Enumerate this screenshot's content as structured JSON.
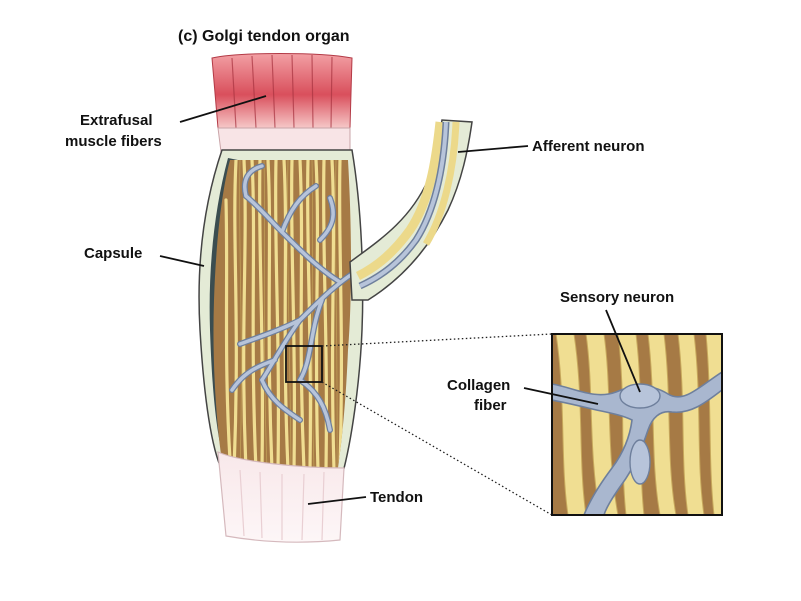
{
  "figure": {
    "title": "(c)  Golgi tendon organ",
    "labels": {
      "extrafusal_line1": "Extrafusal",
      "extrafusal_line2": "muscle fibers",
      "afferent": "Afferent neuron",
      "capsule": "Capsule",
      "sensory": "Sensory neuron",
      "collagen_line1": "Collagen",
      "collagen_line2": "fiber",
      "tendon": "Tendon"
    },
    "colors": {
      "muscle": "#e0606a",
      "muscle_light": "#f7c9c9",
      "tendon": "#f3dde0",
      "capsule": "#dfe7cf",
      "capsule_dark": "#3a4a4e",
      "collagen": "#ecd98a",
      "background_tissue": "#a67a45",
      "neuron": "#a9b7cf",
      "neuron_outline": "#6e7f9c"
    }
  }
}
